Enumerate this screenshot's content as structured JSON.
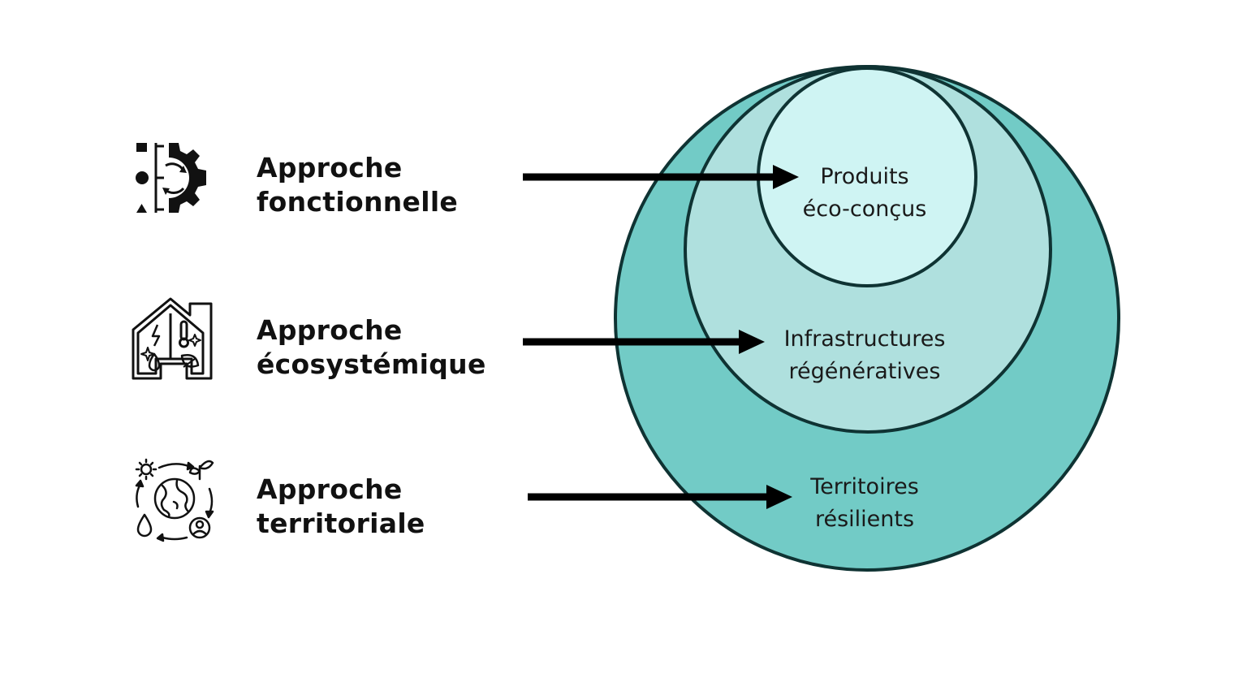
{
  "approaches": [
    {
      "line1": "Approche",
      "line2": "fonctionnelle",
      "icon": "gear-shapes-icon"
    },
    {
      "line1": "Approche",
      "line2": "écosystémique",
      "icon": "eco-house-icon"
    },
    {
      "line1": "Approche",
      "line2": "territoriale",
      "icon": "earth-cycle-icon"
    }
  ],
  "circles": [
    {
      "line1": "Territoires",
      "line2": "résilients",
      "color": "#72cbc6"
    },
    {
      "line1": "Infrastructures",
      "line2": "régénératives",
      "color": "#afe0de"
    },
    {
      "line1": "Produits",
      "line2": "éco-conçus",
      "color": "#cff4f3"
    }
  ],
  "colors": {
    "outline": "#0f3333",
    "arrow": "#000000",
    "icon": "#111111"
  }
}
